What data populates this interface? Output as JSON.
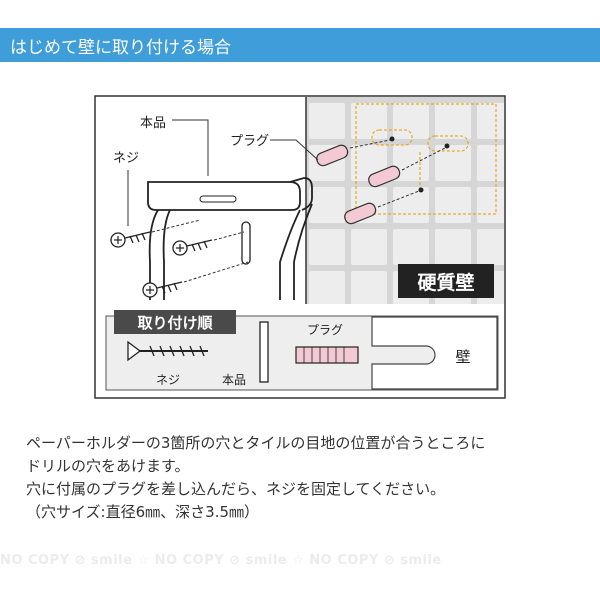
{
  "header": {
    "title": "はじめて壁に取り付ける場合"
  },
  "diagram": {
    "labels": {
      "product": "本品",
      "plug": "プラグ",
      "screw": "ネジ",
      "hard_wall": "硬質壁"
    },
    "order_box": {
      "title": "取り付け順",
      "screw": "ネジ",
      "product": "本品",
      "plug": "プラグ",
      "wall": "壁"
    }
  },
  "description": {
    "lines": [
      "ペーパーホルダーの3箇所の穴とタイルの目地の位置が合うところに",
      "ドリルの穴をあけます。",
      "穴に付属のプラグを差し込んだら、ネジを固定してください。",
      "（穴サイズ:直径6㎜、深さ3.5㎜）"
    ]
  },
  "watermark": {
    "text": "NO COPY ⊘ smile ☆ NO COPY ⊘ smile ☆ NO COPY ⊘ smile"
  },
  "colors": {
    "header_bg": "#3f9ed9",
    "tile_bg": "#d6d6d6",
    "tile": "#ededed",
    "plug": "#f3c9d3",
    "guide": "#e0a000",
    "dark": "#222222",
    "order_bg": "#eeeeee"
  },
  "icons": [
    "screw-icon",
    "plug-icon",
    "paper-holder-icon",
    "drill-hole-icon"
  ]
}
